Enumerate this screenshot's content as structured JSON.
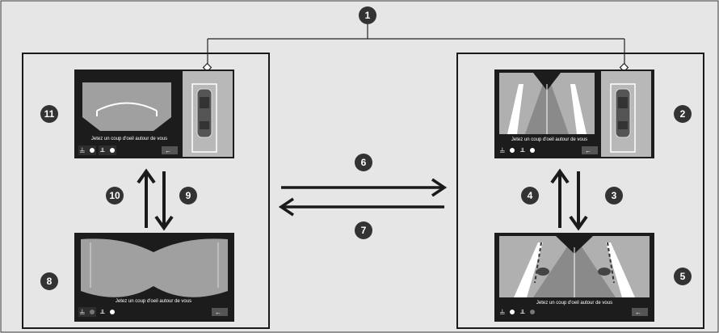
{
  "callouts": {
    "c1": "1",
    "c2": "2",
    "c3": "3",
    "c4": "4",
    "c5": "5",
    "c6": "6",
    "c7": "7",
    "c8": "8",
    "c9": "9",
    "c10": "10",
    "c11": "11"
  },
  "screens": {
    "top_left_caption": "Jetez un coup d'oeil autour de vous",
    "top_right_caption": "Jetez un coup d'oeil autour de vous",
    "bottom_left_caption": "Jetez un coup d'oeil autour de vous",
    "bottom_right_caption": "Jetez un coup d'oeil autour de vous"
  },
  "icons": {
    "front_camera": "front-camera-icon",
    "rear_camera": "rear-camera-icon",
    "exit": "exit-arrow-icon",
    "glyph": "①"
  },
  "colors": {
    "background": "#e6e6e6",
    "panel_border": "#1a1a1a",
    "badge": "#333333",
    "screen_bg": "#1c1c1c",
    "camera_gray": "#a0a0a0"
  }
}
